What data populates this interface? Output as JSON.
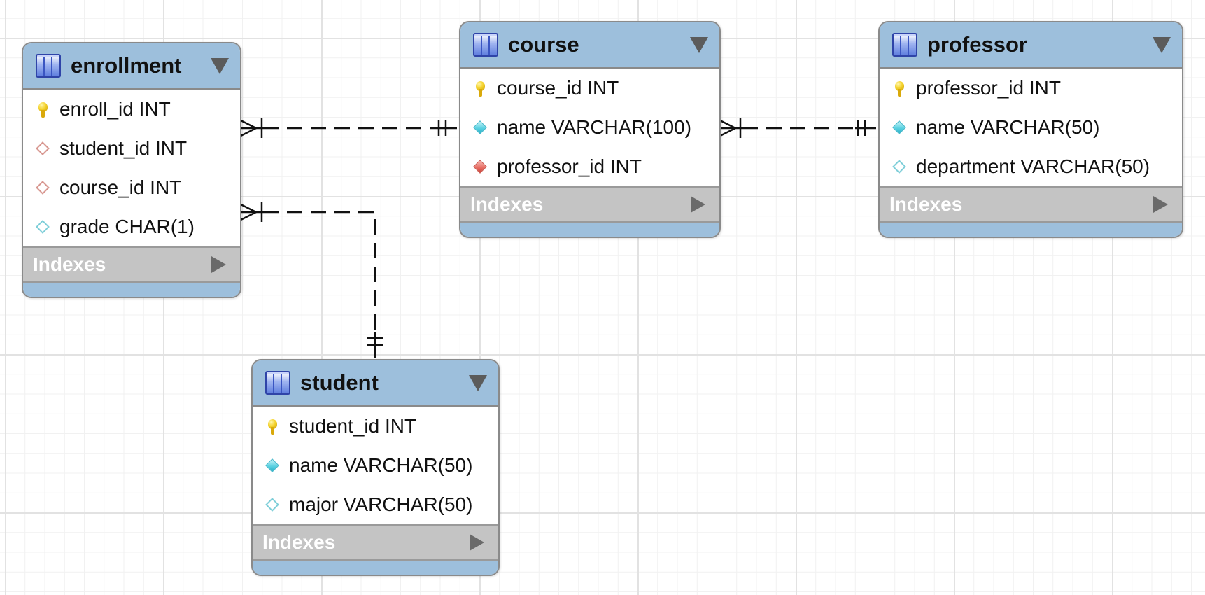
{
  "tables": {
    "enrollment": {
      "name": "enrollment",
      "columns": [
        {
          "label": "enroll_id INT",
          "icon": "primary-key-icon"
        },
        {
          "label": "student_id INT",
          "icon": "foreign-key-nullable-icon"
        },
        {
          "label": "course_id INT",
          "icon": "foreign-key-nullable-icon"
        },
        {
          "label": "grade CHAR(1)",
          "icon": "nullable-column-icon"
        }
      ],
      "indexes_label": "Indexes"
    },
    "course": {
      "name": "course",
      "columns": [
        {
          "label": "course_id INT",
          "icon": "primary-key-icon"
        },
        {
          "label": "name VARCHAR(100)",
          "icon": "not-null-column-icon"
        },
        {
          "label": "professor_id INT",
          "icon": "foreign-key-icon"
        }
      ],
      "indexes_label": "Indexes"
    },
    "professor": {
      "name": "professor",
      "columns": [
        {
          "label": "professor_id INT",
          "icon": "primary-key-icon"
        },
        {
          "label": "name VARCHAR(50)",
          "icon": "not-null-column-icon"
        },
        {
          "label": "department VARCHAR(50)",
          "icon": "nullable-column-icon"
        }
      ],
      "indexes_label": "Indexes"
    },
    "student": {
      "name": "student",
      "columns": [
        {
          "label": "student_id INT",
          "icon": "primary-key-icon"
        },
        {
          "label": "name VARCHAR(50)",
          "icon": "not-null-column-icon"
        },
        {
          "label": "major VARCHAR(50)",
          "icon": "nullable-column-icon"
        }
      ],
      "indexes_label": "Indexes"
    }
  },
  "relationships": [
    {
      "from": "enrollment",
      "to": "course",
      "from_cardinality": "one-or-many",
      "to_cardinality": "exactly-one",
      "style": "dashed"
    },
    {
      "from": "enrollment",
      "to": "student",
      "from_cardinality": "one-or-many",
      "to_cardinality": "exactly-one",
      "style": "dashed"
    },
    {
      "from": "course",
      "to": "professor",
      "from_cardinality": "one-or-many",
      "to_cardinality": "exactly-one",
      "style": "dashed"
    }
  ],
  "colors": {
    "header": "#9dbfdc",
    "indexes_bar": "#c4c4c4",
    "connector": "#111111"
  }
}
